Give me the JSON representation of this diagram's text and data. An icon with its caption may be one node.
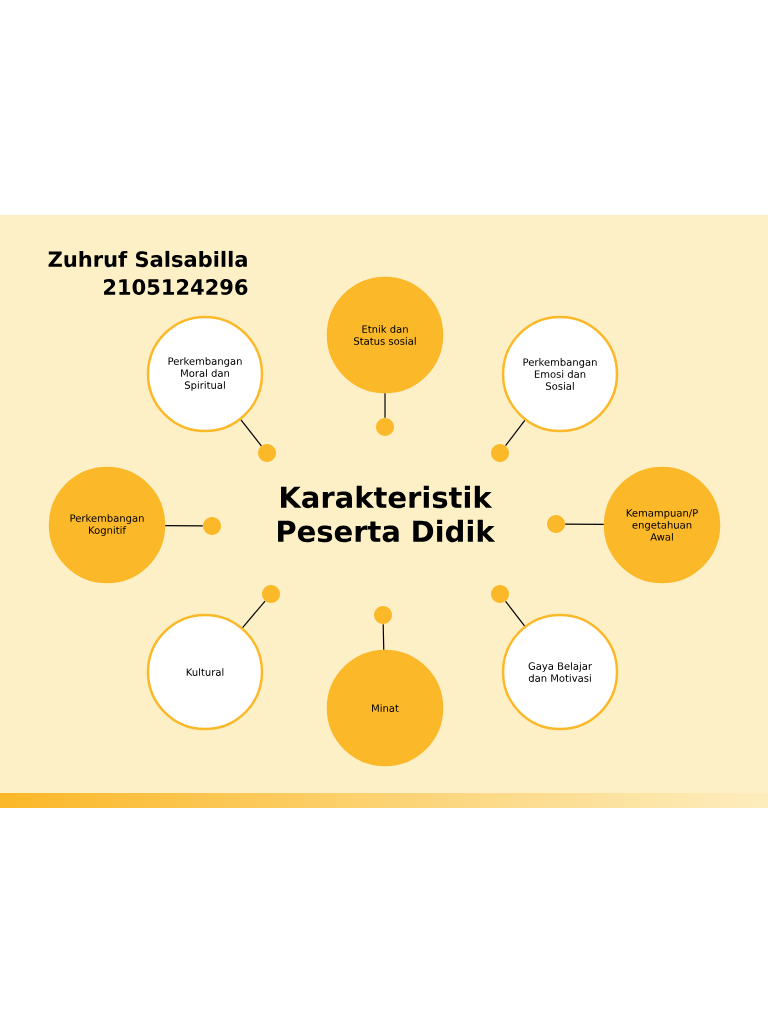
{
  "diagram": {
    "title": "Karakteristik Peserta Didik",
    "nodes": [
      {
        "text": [
          "Etnik dan Status sosial"
        ]
      },
      {
        "text": [
          "Perkembangan Moral dan Spiritual"
        ]
      },
      {
        "text": [
          "Perkembangan Emosi dan Sosial"
        ]
      },
      {
        "text": [
          "Perkembangan Kognitif"
        ]
      },
      {
        "text": [
          "Kemampuan/P engetahuan Awal"
        ]
      },
      {
        "text": [
          "Kultural"
        ]
      },
      {
        "text": [
          "Minat"
        ]
      },
      {
        "text": [
          "Gaya Belajar dan Motivasi"
        ]
      },
      {
        "text": [],
        "shape": "circle"
      },
      {
        "text": [],
        "shape": "circle"
      },
      {
        "text": [],
        "shape": "circle"
      },
      {
        "text": [],
        "shape": "circle"
      },
      {
        "text": [],
        "shape": "circle"
      },
      {
        "text": [],
        "shape": "circle"
      },
      {
        "text": [],
        "shape": "circle"
      },
      {
        "text": [],
        "shape": "circle"
      }
    ],
    "edges": [
      {
        "from": 0,
        "to": 8,
        "arrow": "none"
      },
      {
        "from": 1,
        "to": 9,
        "arrow": "none"
      },
      {
        "from": 2,
        "to": 10,
        "arrow": "none"
      },
      {
        "from": 3,
        "to": 11,
        "arrow": "none"
      },
      {
        "from": 4,
        "to": 12,
        "arrow": "none"
      },
      {
        "from": 5,
        "to": 13,
        "arrow": "none"
      },
      {
        "from": 6,
        "to": 14,
        "arrow": "none"
      },
      {
        "from": 7,
        "to": 15,
        "arrow": "none"
      }
    ],
    "labels": [
      "Zuhruf Salsabilla",
      "2105124296"
    ]
  }
}
